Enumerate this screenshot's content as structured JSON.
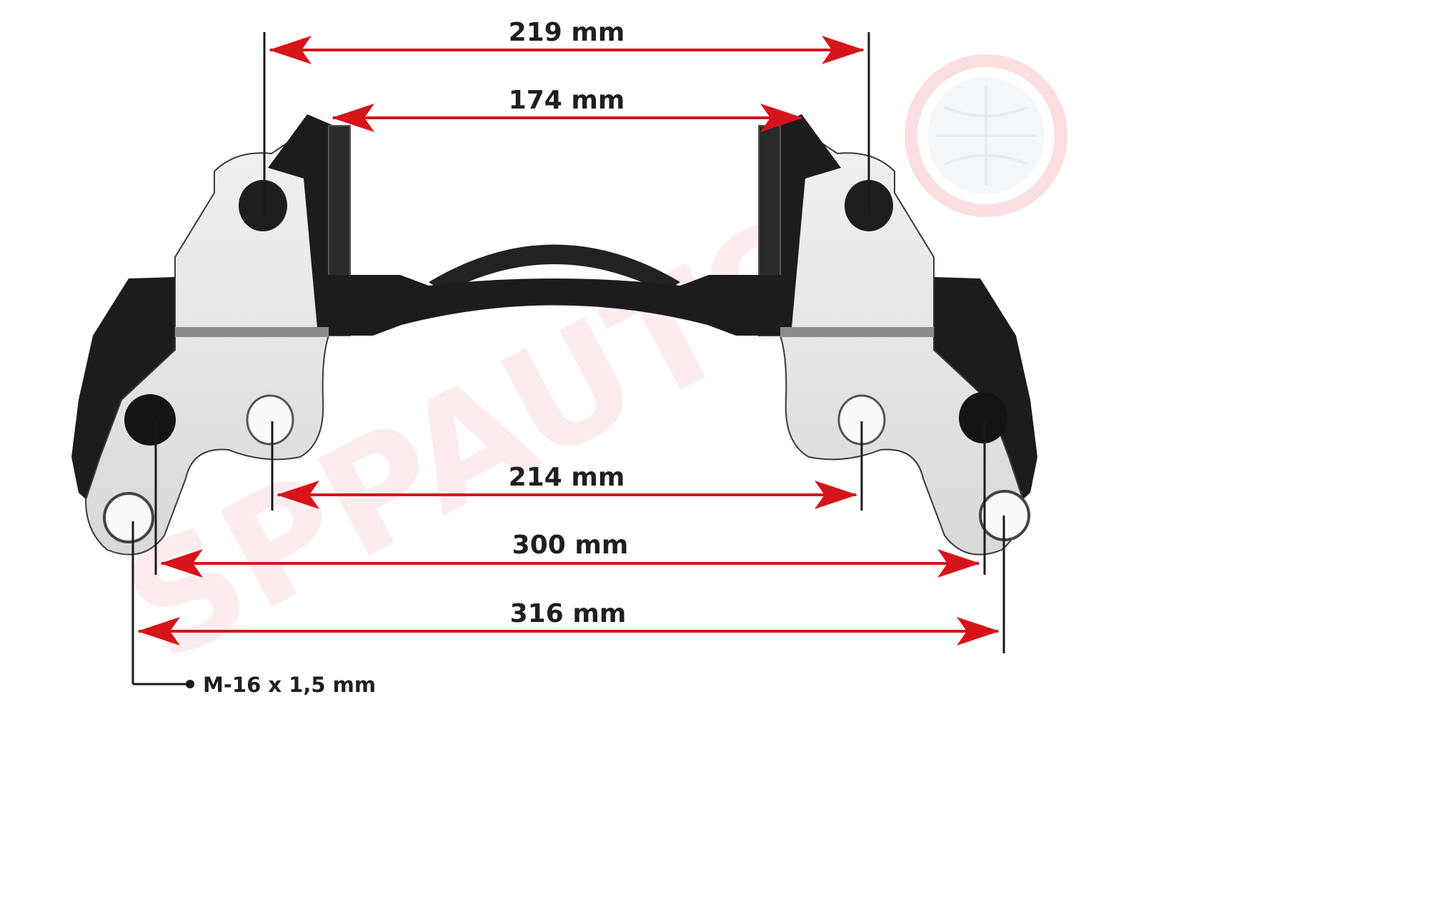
{
  "watermark": {
    "text": "SPPAUTO"
  },
  "dimensions": {
    "top_outer": "219 mm",
    "top_inner": "174 mm",
    "middle": "214 mm",
    "lower": "300 mm",
    "bottom": "316 mm",
    "thread": "M-16 x 1,5 mm"
  },
  "colors": {
    "arrow": "#d7141a",
    "leader_line": "#1a1a1a",
    "casting": "#1c1c1c",
    "machined": "#e6e6e6",
    "watermark": "#e8101a"
  }
}
